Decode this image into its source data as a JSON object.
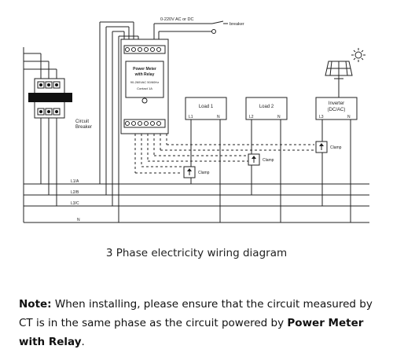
{
  "diagram": {
    "supply_label": "0-220V AC or DC",
    "breaker_label": "breaker",
    "meter": {
      "title_line1": "Power Meter",
      "title_line2": "with Relay",
      "spec_line1": "90-260VAC 50/60Hz",
      "spec_line2": "Contact 1A"
    },
    "circuit_breaker_line1": "Circuit",
    "circuit_breaker_line2": "Breaker",
    "loads": [
      {
        "name": "Load 1",
        "phase": "L1",
        "neutral": "N"
      },
      {
        "name": "Load 2",
        "phase": "L2",
        "neutral": "N"
      }
    ],
    "inverter": {
      "line1": "Inverter",
      "line2": "(DC/AC)",
      "phase": "L3",
      "neutral": "N"
    },
    "bus_lines": [
      "L1/A",
      "L2/B",
      "L3/C",
      "N"
    ],
    "clamp_label": "Clamp"
  },
  "caption": "3 Phase electricity wiring diagram",
  "note": {
    "label": "Note:",
    "text_before": " When installing, please ensure that the circuit measured by CT is in the same phase as the circuit powered by ",
    "emphasis": "Power Meter with Relay",
    "text_after": "."
  }
}
